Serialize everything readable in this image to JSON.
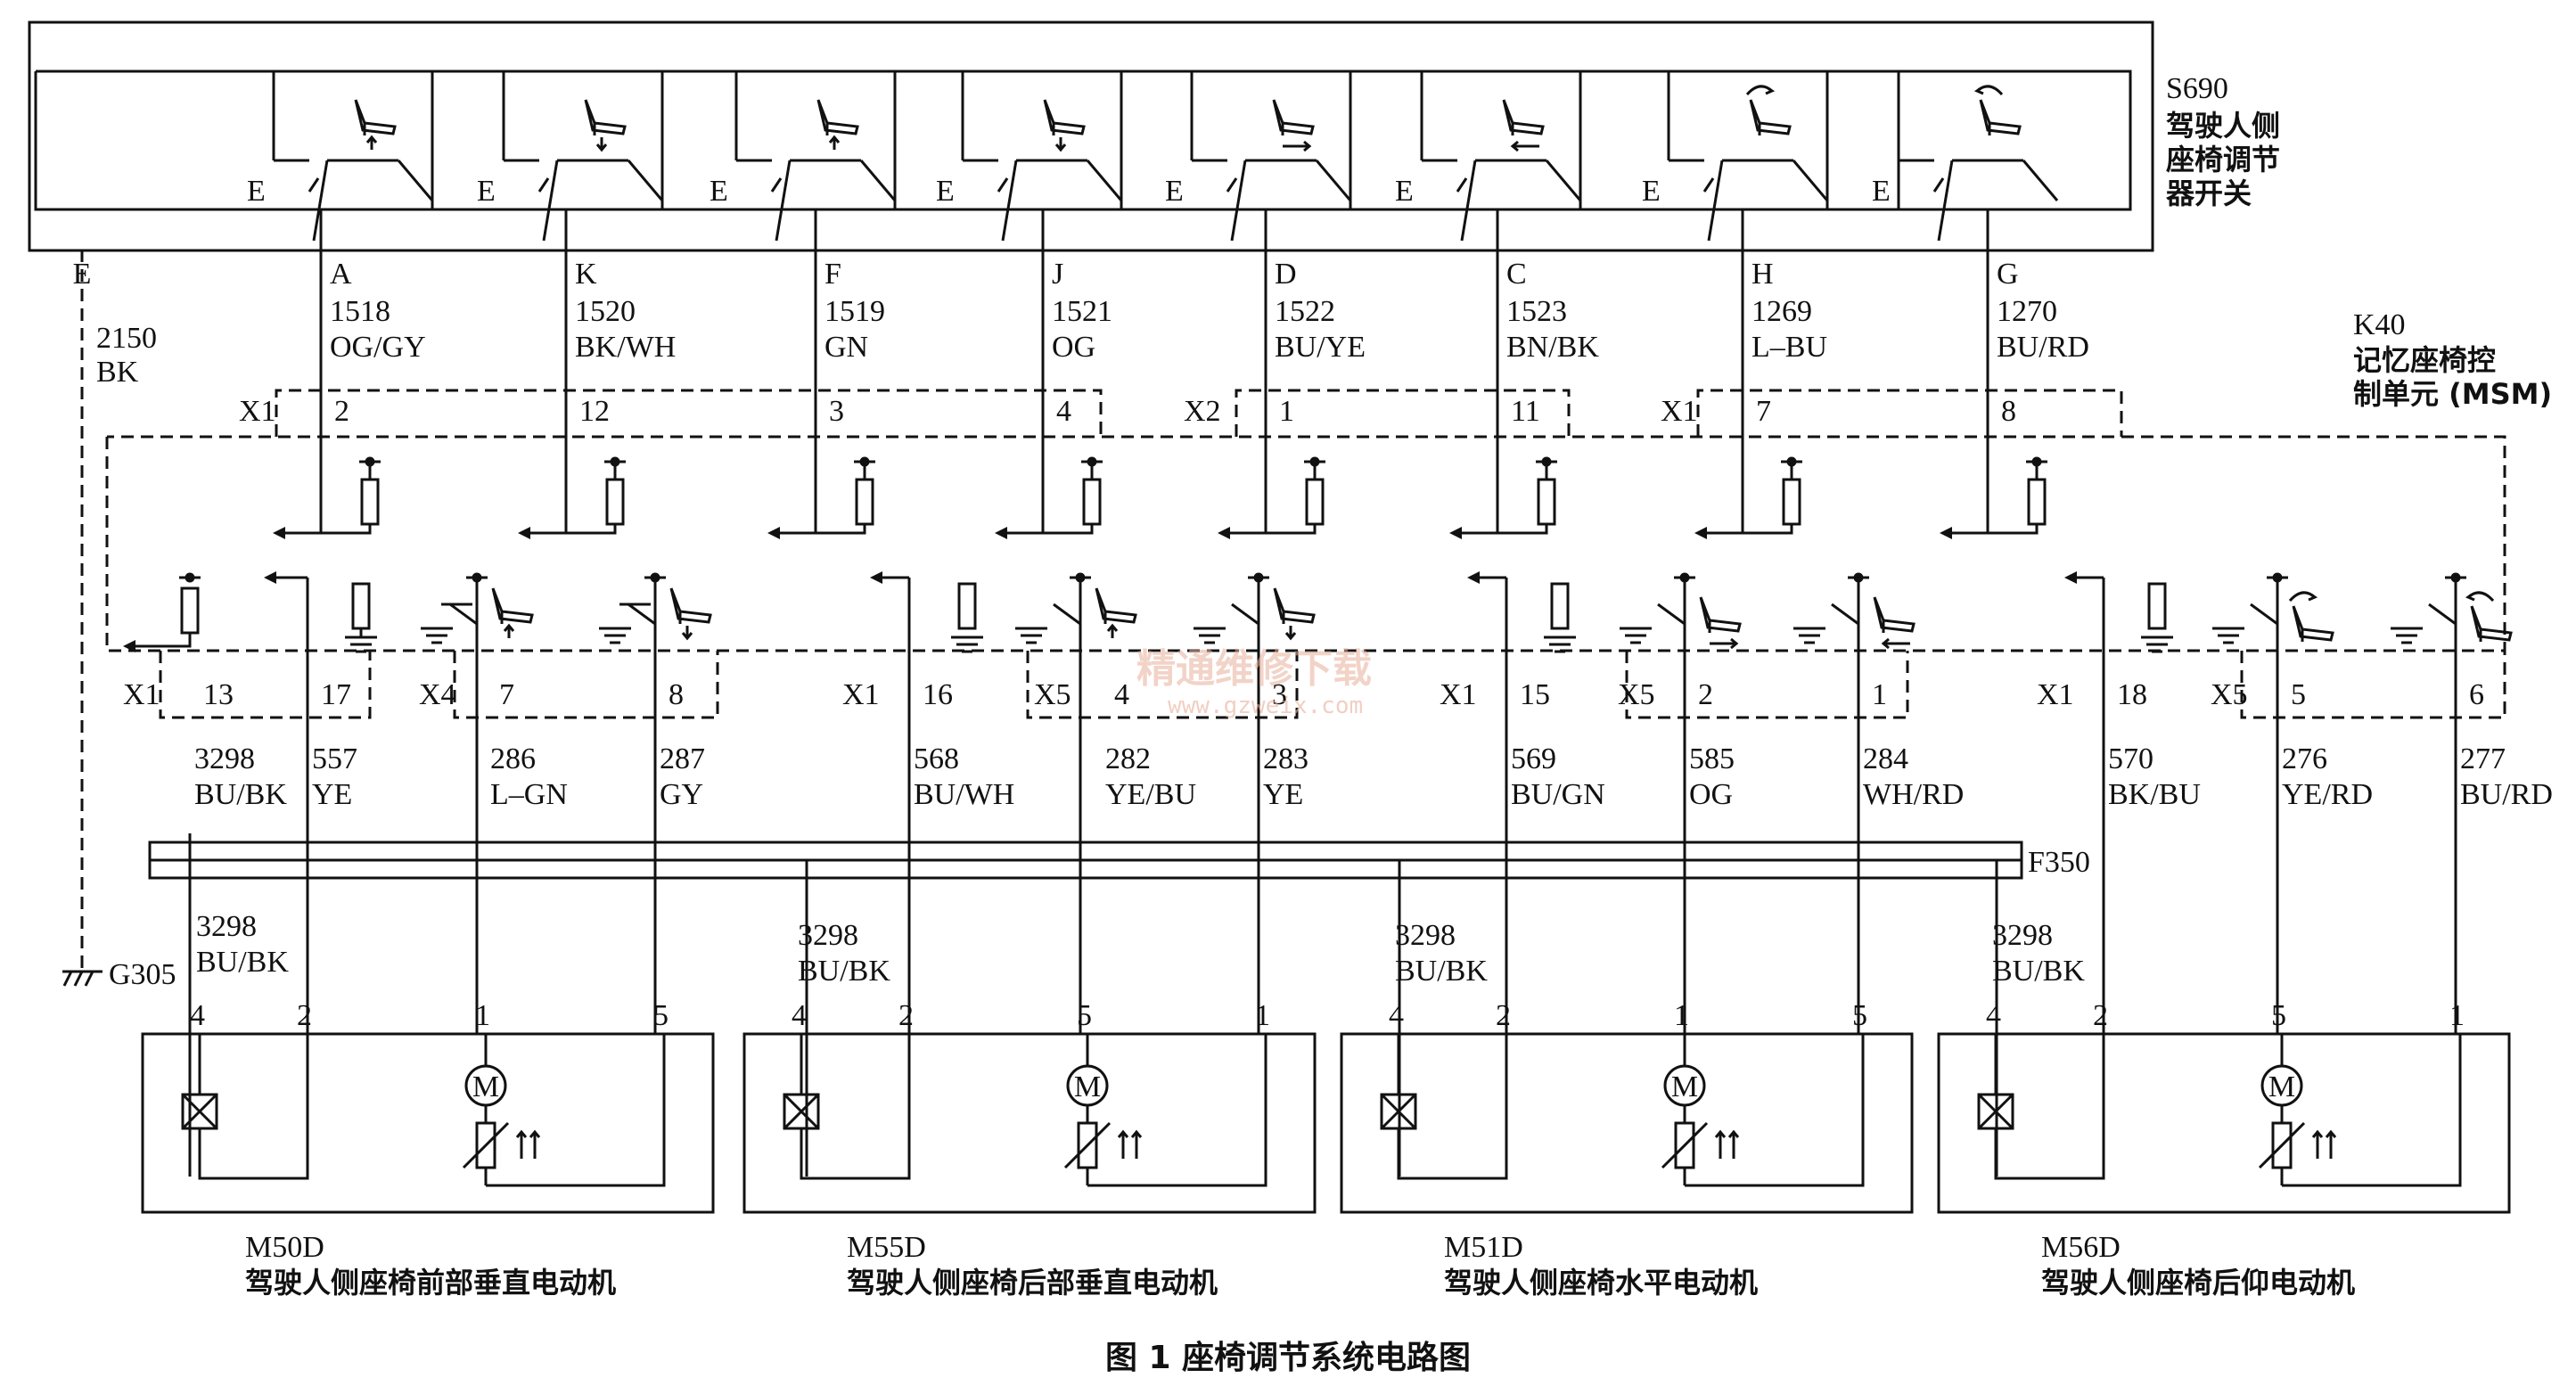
{
  "switch_unit": {
    "ref": "S690",
    "name_lines": [
      "驾驶人侧",
      "座椅调节",
      "器开关"
    ]
  },
  "control_unit": {
    "ref": "K40",
    "name_lines": [
      "记忆座椅控",
      "制单元 (MSM)"
    ]
  },
  "fuse": "F350",
  "ground": {
    "ref": "G305",
    "pin": "E",
    "circuit": "2150",
    "color": "BK"
  },
  "switch_common_label": "E",
  "inputs": [
    {
      "pin": "A",
      "circuit": "1518",
      "color": "OG/GY",
      "conn": "X1",
      "conn_pin": "2"
    },
    {
      "pin": "K",
      "circuit": "1520",
      "color": "BK/WH",
      "conn": "",
      "conn_pin": "12"
    },
    {
      "pin": "F",
      "circuit": "1519",
      "color": "GN",
      "conn": "",
      "conn_pin": "3"
    },
    {
      "pin": "J",
      "circuit": "1521",
      "color": "OG",
      "conn": "",
      "conn_pin": "4"
    },
    {
      "pin": "D",
      "circuit": "1522",
      "color": "BU/YE",
      "conn": "X2",
      "conn_pin": "1"
    },
    {
      "pin": "C",
      "circuit": "1523",
      "color": "BN/BK",
      "conn": "",
      "conn_pin": "11"
    },
    {
      "pin": "H",
      "circuit": "1269",
      "color": "L–BU",
      "conn": "X1",
      "conn_pin": "7"
    },
    {
      "pin": "G",
      "circuit": "1270",
      "color": "BU/RD",
      "conn": "",
      "conn_pin": "8"
    }
  ],
  "outputs": [
    {
      "conn": "X1",
      "pin": "13",
      "circuit": "3298",
      "color": "BU/BK"
    },
    {
      "conn": "",
      "pin": "17",
      "circuit": "557",
      "color": "YE"
    },
    {
      "conn": "X4",
      "pin": "7",
      "circuit": "286",
      "color": "L–GN"
    },
    {
      "conn": "",
      "pin": "8",
      "circuit": "287",
      "color": "GY"
    },
    {
      "conn": "X1",
      "pin": "16",
      "circuit": "568",
      "color": "BU/WH"
    },
    {
      "conn": "X5",
      "pin": "4",
      "circuit": "282",
      "color": "YE/BU"
    },
    {
      "conn": "",
      "pin": "3",
      "circuit": "283",
      "color": "YE"
    },
    {
      "conn": "X1",
      "pin": "15",
      "circuit": "569",
      "color": "BU/GN"
    },
    {
      "conn": "X5",
      "pin": "2",
      "circuit": "585",
      "color": "OG"
    },
    {
      "conn": "",
      "pin": "1",
      "circuit": "284",
      "color": "WH/RD"
    },
    {
      "conn": "X1",
      "pin": "18",
      "circuit": "570",
      "color": "BK/BU"
    },
    {
      "conn": "X5",
      "pin": "5",
      "circuit": "276",
      "color": "YE/RD"
    },
    {
      "conn": "",
      "pin": "6",
      "circuit": "277",
      "color": "BU/RD"
    }
  ],
  "motors": [
    {
      "ref": "M50D",
      "name": "驾驶人侧座椅前部垂直电动机",
      "pins": [
        "4",
        "2",
        "1",
        "5"
      ],
      "supply": {
        "circuit": "3298",
        "color": "BU/BK"
      }
    },
    {
      "ref": "M55D",
      "name": "驾驶人侧座椅后部垂直电动机",
      "pins": [
        "4",
        "2",
        "5",
        "1"
      ],
      "supply": {
        "circuit": "3298",
        "color": "BU/BK"
      }
    },
    {
      "ref": "M51D",
      "name": "驾驶人侧座椅水平电动机",
      "pins": [
        "4",
        "2",
        "1",
        "5"
      ],
      "supply": {
        "circuit": "3298",
        "color": "BU/BK"
      }
    },
    {
      "ref": "M56D",
      "name": "驾驶人侧座椅后仰电动机",
      "pins": [
        "4",
        "2",
        "5",
        "1"
      ],
      "supply": {
        "circuit": "3298",
        "color": "BU/BK"
      }
    }
  ],
  "motor_symbol": "M",
  "caption": "图 1   座椅调节系统电路图",
  "watermark": {
    "cn": "精通维修下载",
    "url": "www.gzweix.com"
  }
}
